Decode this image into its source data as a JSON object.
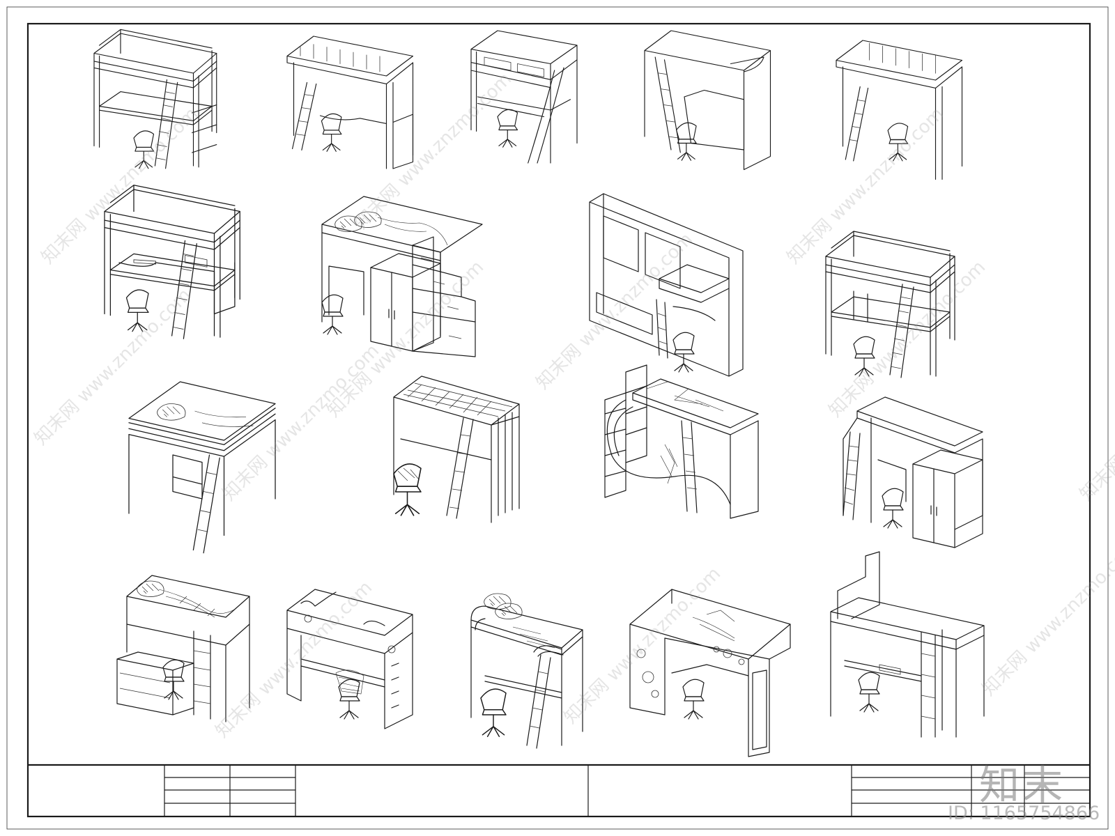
{
  "watermark": {
    "logo_text": "知末",
    "id_label": "ID: 1165754866",
    "site_text": "知末网 www.znzmo.com"
  },
  "drawing": {
    "items": [
      "loft-bed-1",
      "loft-bed-2",
      "loft-bed-3",
      "loft-bed-4",
      "loft-bed-5",
      "loft-bed-6",
      "loft-bed-7",
      "loft-bed-8",
      "loft-bed-9",
      "loft-bed-10",
      "loft-bed-11",
      "loft-bed-12",
      "loft-bed-13",
      "loft-bed-14",
      "loft-bed-15",
      "loft-bed-16",
      "loft-bed-17",
      "loft-bed-18"
    ]
  },
  "colors": {
    "line": "#1a1a1a",
    "background": "#ffffff",
    "watermark": "#8c8c8c"
  }
}
